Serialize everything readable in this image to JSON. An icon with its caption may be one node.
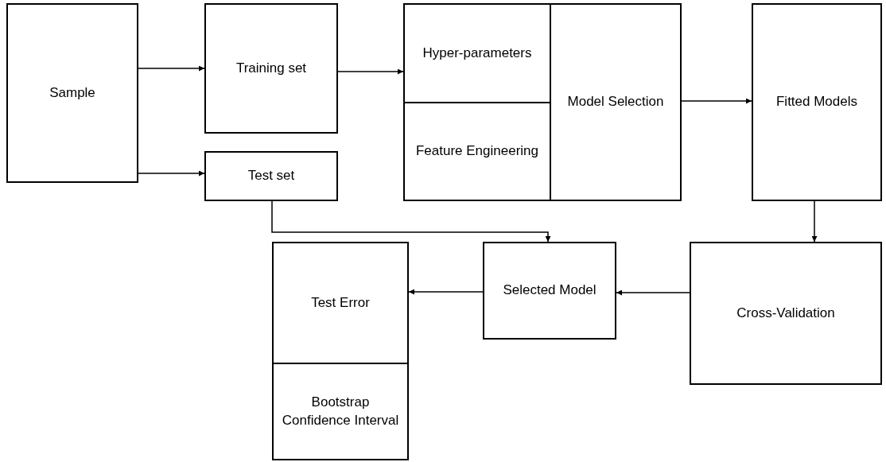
{
  "diagram": {
    "nodes": [
      {
        "text": [
          "Sample"
        ]
      },
      {
        "text": [
          "Training set"
        ]
      },
      {
        "text": [
          "Test set"
        ]
      },
      {
        "text": [
          "Hyper-parameters"
        ]
      },
      {
        "text": [
          "Feature Engineering"
        ]
      },
      {
        "text": [
          "Model Selection"
        ]
      },
      {
        "text": [
          "Fitted Models"
        ]
      },
      {
        "text": [
          "Cross-Validation"
        ]
      },
      {
        "text": [
          "Selected Model"
        ]
      },
      {
        "text": [
          "Test Error"
        ]
      },
      {
        "text": [
          "Bootstrap Confidence Interval"
        ]
      }
    ],
    "edges": [
      {
        "from": 0,
        "to": 1,
        "arrow": "to"
      },
      {
        "from": 0,
        "to": 2,
        "arrow": "to"
      },
      {
        "from": 1,
        "to": 3,
        "arrow": "to"
      },
      {
        "from": 5,
        "to": 6,
        "arrow": "to"
      },
      {
        "from": 6,
        "to": 7,
        "arrow": "to"
      },
      {
        "from": 2,
        "to": 8,
        "arrow": "to"
      },
      {
        "from": 7,
        "to": 8,
        "arrow": "to"
      },
      {
        "from": 8,
        "to": 9,
        "arrow": "to"
      }
    ]
  }
}
